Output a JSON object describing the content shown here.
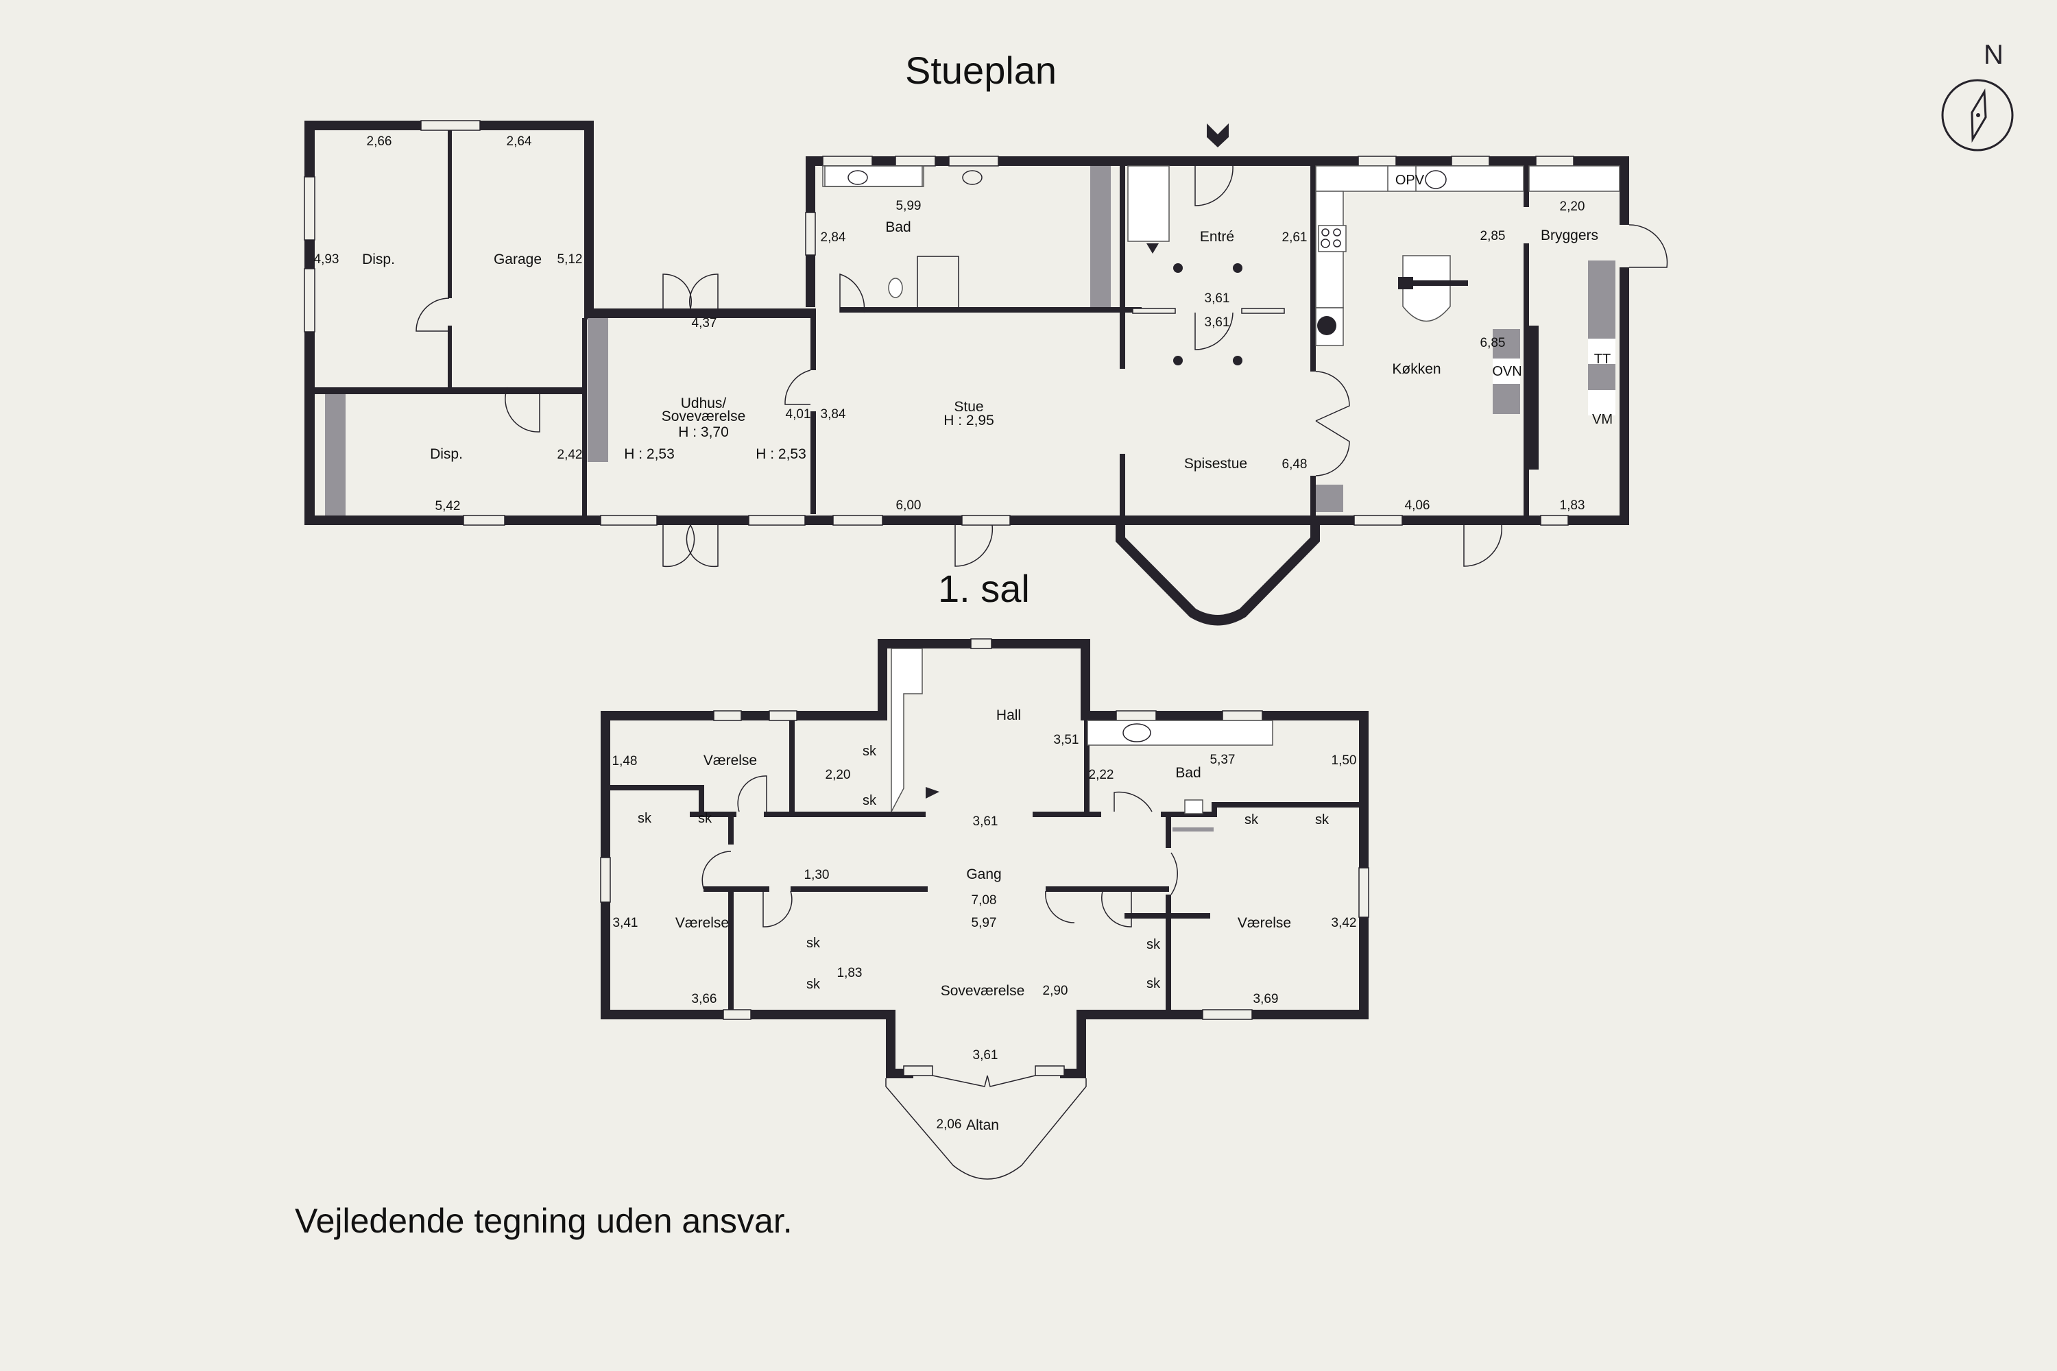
{
  "titles": {
    "ground_floor": "Stueplan",
    "first_floor": "1. sal"
  },
  "compass": {
    "label": "N"
  },
  "footer": "Vejledende tegning uden ansvar.",
  "colors": {
    "background": "#f0efe9",
    "wall": "#26232b",
    "fixture_grey": "#959399",
    "fixture_white": "#ffffff"
  },
  "stueplan": {
    "rooms": [
      {
        "name": "Disp.",
        "dims": [
          "2,66",
          "4,93"
        ]
      },
      {
        "name": "Garage",
        "dims": [
          "2,64",
          "5,12"
        ]
      },
      {
        "name": "Disp.",
        "dims": [
          "5,42",
          "2,42"
        ]
      },
      {
        "name": "Udhus/",
        "name2": "Soveværelse",
        "height": "H : 3,70",
        "heights_side": [
          "H : 2,53",
          "H : 2,53"
        ],
        "dims": [
          "4,37",
          "4,01"
        ]
      },
      {
        "name": "Bad",
        "dims": [
          "5,99",
          "2,84"
        ]
      },
      {
        "name": "Entré",
        "dims": [
          "3,61",
          "2,61",
          "3,61"
        ]
      },
      {
        "name": "Stue",
        "height": "H : 2,95",
        "dims": [
          "6,00",
          "3,84"
        ]
      },
      {
        "name": "Spisestue",
        "dims": [
          "6,48"
        ]
      },
      {
        "name": "Køkken",
        "dims": [
          "4,06",
          "6,85",
          "2,85"
        ]
      },
      {
        "name": "Bryggers",
        "dims": [
          "2,20",
          "1,83"
        ]
      }
    ],
    "appliances": [
      "OPV",
      "OVN",
      "TT",
      "VM"
    ]
  },
  "sal": {
    "rooms": [
      {
        "name": "Hall",
        "dims": [
          "3,51",
          "3,61"
        ]
      },
      {
        "name": "Værelse",
        "dims": [
          "1,48",
          "2,20"
        ]
      },
      {
        "name": "Bad",
        "dims": [
          "5,37",
          "2,22",
          "1,50"
        ]
      },
      {
        "name": "Gang",
        "dims": [
          "1,30",
          "7,08"
        ]
      },
      {
        "name": "Værelse",
        "dims": [
          "3,41",
          "3,66"
        ]
      },
      {
        "name": "Soveværelse",
        "dims": [
          "5,97",
          "2,90",
          "1,83",
          "3,61"
        ]
      },
      {
        "name": "Værelse",
        "dims": [
          "3,42",
          "3,69"
        ]
      },
      {
        "name": "Altan",
        "dims": [
          "2,06"
        ]
      }
    ],
    "closet_tag": "sk"
  }
}
